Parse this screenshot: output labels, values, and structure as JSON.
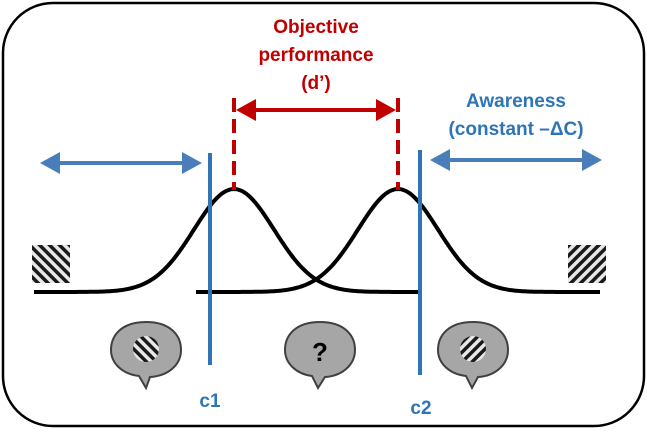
{
  "title": {
    "line1": "Objective",
    "line2": "performance",
    "line3": "(d’)"
  },
  "awareness": {
    "line1": "Awareness",
    "line2": "(constant –ΔC)"
  },
  "criteria": {
    "c1": "c1",
    "c2": "c2"
  },
  "bubbles": {
    "middle_symbol": "?"
  },
  "colors": {
    "red": "#c00000",
    "blue": "#4a7ebb",
    "criterion_blue": "#2e75b6",
    "curve": "#000000",
    "bubble_fill": "#a6a6a6",
    "frame": "#000000"
  },
  "icons": [
    "grating-left-icon",
    "grating-right-icon",
    "speech-bubble-left-grating-icon",
    "speech-bubble-question-icon",
    "speech-bubble-right-grating-icon"
  ]
}
